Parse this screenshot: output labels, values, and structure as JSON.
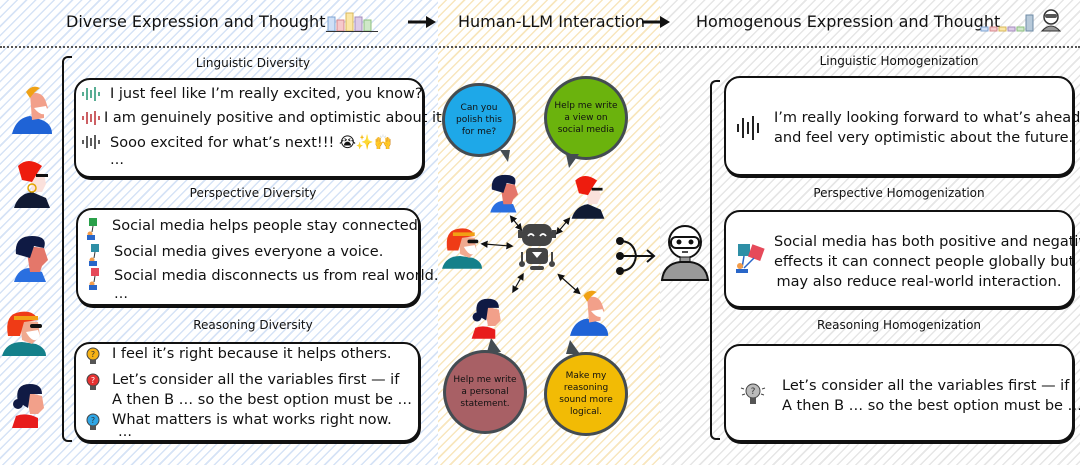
{
  "header": {
    "left_title": "Diverse Expression and Thought",
    "middle_title": "Human-LLM Interaction",
    "right_title": "Homogenous Expression and Thought",
    "arrow_icon": "right-arrow-icon",
    "diverse_chart_icon": "diverse-bar-chart-icon",
    "homogenous_chart_icon": "homogenous-bar-chart-icon",
    "robot_head_icon": "robot-head-icon"
  },
  "colors": {
    "left_stripe": "#d6e3f6",
    "middle_stripe": "#f8e6bd",
    "right_stripe": "#e6e6e6",
    "bar_blue": "#cfe0f7",
    "bar_red": "#f6c9cb",
    "bar_yellow": "#fbe7a6",
    "bar_purple": "#dccbe8",
    "bar_green": "#cfe8c8",
    "bar_steel": "#b7c9d9",
    "bubble_blue": "#1ea8e8",
    "bubble_green": "#6bb30d",
    "bubble_mauve": "#a86065",
    "bubble_yellow": "#f2bb05"
  },
  "left": {
    "avatars": [
      "avatar-old-man-orange-cap",
      "avatar-woman-red-hair-sunglasses",
      "avatar-man-dark-hair",
      "avatar-bearded-man-headband",
      "avatar-woman-dark-bun"
    ],
    "sections": [
      {
        "title": "Linguistic Diversity",
        "items": [
          {
            "icon": "green-sound-wave-icon",
            "text": "I just feel like I’m really excited, you know?"
          },
          {
            "icon": "red-sound-wave-icon",
            "text": "I am genuinely positive and optimistic about it."
          },
          {
            "icon": "black-sound-wave-icon",
            "text": "Sooo excited for what’s next!!! 😭✨🙌"
          }
        ],
        "ellipsis": "…"
      },
      {
        "title": "Perspective Diversity",
        "items": [
          {
            "icon": "green-thumbs-up-sign-icon",
            "text": "Social media helps people stay connected."
          },
          {
            "icon": "teal-thumbs-up-sign-icon",
            "text": "Social media gives everyone a voice."
          },
          {
            "icon": "red-thumbs-down-sign-icon",
            "text": "Social media disconnects us from real world."
          }
        ],
        "ellipsis": "…"
      },
      {
        "title": "Reasoning Diversity",
        "items": [
          {
            "icon": "yellow-question-bulb-icon",
            "text": "I feel it’s right because it helps others."
          },
          {
            "icon": "red-question-bulb-icon",
            "text": "Let’s consider all the variables first — if",
            "text2": "A then B … so the best option must be …"
          },
          {
            "icon": "blue-question-bulb-icon",
            "text": "What matters is what works right now."
          }
        ],
        "ellipsis": "…"
      }
    ]
  },
  "middle": {
    "bubbles": [
      {
        "text": "Can you polish this for me?",
        "color": "#1ea8e8"
      },
      {
        "text": "Help me write a view on social media",
        "color": "#6bb30d"
      },
      {
        "text": "Help me write a personal statement.",
        "color": "#a86065"
      },
      {
        "text": "Make my reasoning sound more logical.",
        "color": "#f2bb05"
      }
    ],
    "llm_icon": "robot-icon",
    "merge_icon": "merge-arrow-icon",
    "homogenized_person_icon": "robot-masked-person-icon"
  },
  "right": {
    "sections": [
      {
        "title": "Linguistic Homogenization",
        "icon": "sound-wave-icon",
        "lines": [
          "I’m really looking forward to what’s ahead",
          "and feel very optimistic about the future."
        ]
      },
      {
        "title": "Perspective Homogenization",
        "icon": "thumbs-up-down-signs-icon",
        "lines": [
          "Social media has both positive and negative",
          "effects it can connect people globally but",
          "may also reduce real-world interaction."
        ]
      },
      {
        "title": "Reasoning Homogenization",
        "icon": "gray-question-bulb-icon",
        "lines": [
          "Let’s consider all the variables first — if",
          "A then B … so the best option must be …"
        ]
      }
    ]
  }
}
